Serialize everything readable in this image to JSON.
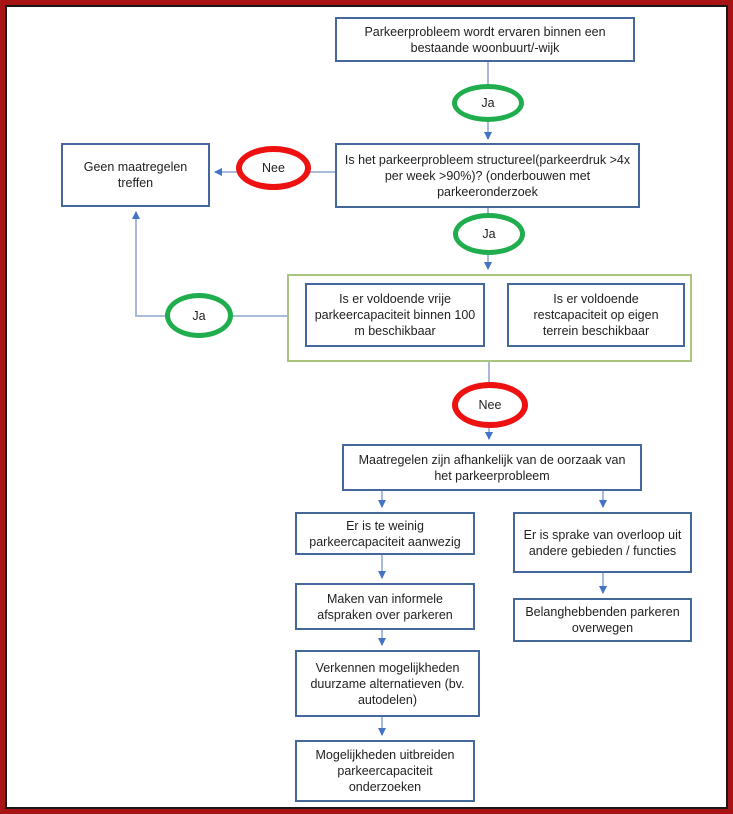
{
  "diagram": {
    "type": "flowchart",
    "language": "nl",
    "colors": {
      "frame_outer": "#A81414",
      "frame_inner": "#181818",
      "box_border": "#44679C",
      "group_border": "#A9C47F",
      "connector": "#9DB3D8",
      "arrowhead": "#4472C4",
      "yes_ellipse": "#1FAD4E",
      "no_ellipse": "#EE1111",
      "text": "#1f1f1f"
    },
    "nodes": {
      "start": {
        "label": "Parkeerprobleem wordt ervaren binnen een bestaande woonbuurt/-wijk"
      },
      "geen_maatregelen": {
        "label": "Geen maatregelen treffen"
      },
      "structureel": {
        "label": "Is het parkeerprobleem structureel(parkeerdruk >4x per week >90%)? (onderbouwen met parkeeronderzoek"
      },
      "vrije_capaciteit": {
        "label": "Is er voldoende vrije parkeercapaciteit binnen 100 m beschikbaar"
      },
      "restcapaciteit": {
        "label": "Is er voldoende restcapaciteit op eigen terrein beschikbaar"
      },
      "maatregelen_oorzaak": {
        "label": "Maatregelen zijn afhankelijk van de oorzaak van het parkeerprobleem"
      },
      "te_weinig": {
        "label": "Er is te weinig parkeercapaciteit aanwezig"
      },
      "overloop": {
        "label": "Er is sprake van overloop uit andere gebieden / functies"
      },
      "informele_afspraken": {
        "label": "Maken van informele afspraken over parkeren"
      },
      "belanghebbenden": {
        "label": "Belanghebbenden parkeren overwegen"
      },
      "duurzame_alternatieven": {
        "label": "Verkennen mogelijkheden duurzame alternatieven (bv. autodelen)"
      },
      "uitbreiden_capaciteit": {
        "label": "Mogelijkheden uitbreiden parkeercapaciteit onderzoeken"
      }
    },
    "decisions": {
      "ja1": {
        "label": "Ja"
      },
      "ja2": {
        "label": "Ja"
      },
      "ja3": {
        "label": "Ja"
      },
      "nee1": {
        "label": "Nee"
      },
      "nee2": {
        "label": "Nee"
      }
    }
  }
}
